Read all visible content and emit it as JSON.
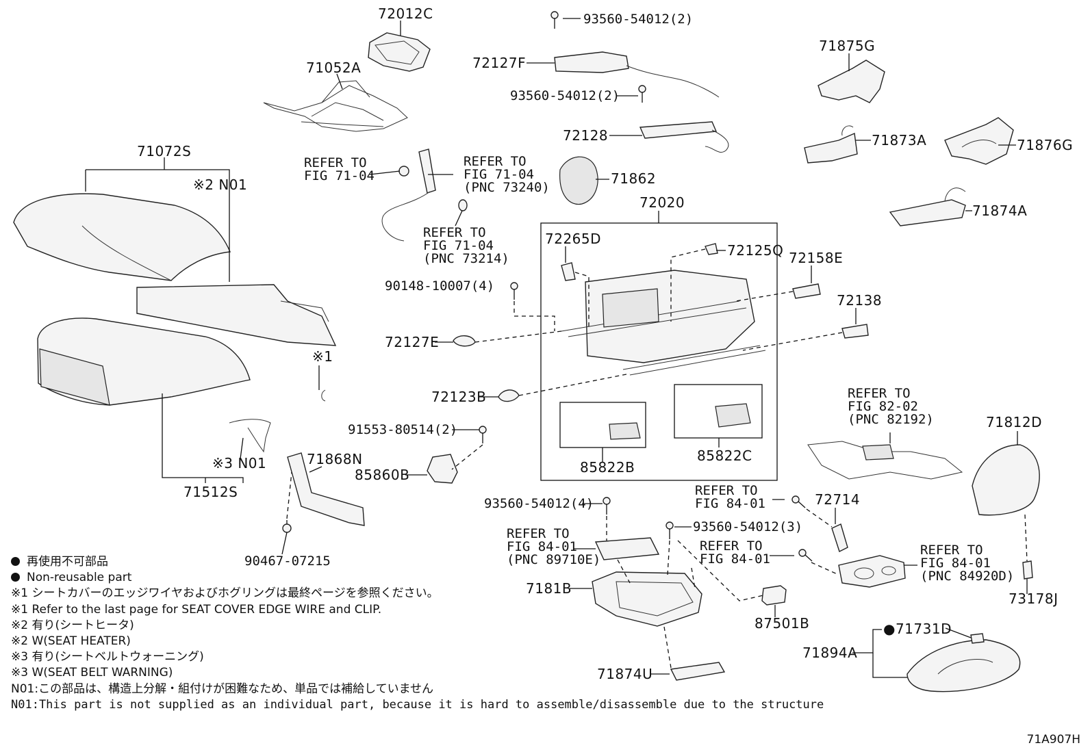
{
  "diagram": {
    "parts": {
      "p72012C": "72012C",
      "p71052A": "71052A",
      "p71072S": "71072S",
      "p72127F": "72127F",
      "p93560_54012_2a": "93560-54012(2)",
      "p93560_54012_2b": "93560-54012(2)",
      "p72128": "72128",
      "p71875G": "71875G",
      "p71873A": "71873A",
      "p71876G": "71876G",
      "p71874A": "71874A",
      "p71862": "71862",
      "p72020": "72020",
      "p72265D": "72265D",
      "p72125Q": "72125Q",
      "p72158E": "72158E",
      "p72138": "72138",
      "p90148_10007": "90148-10007(4)",
      "p72127E": "72127E",
      "p72123B": "72123B",
      "p91553_80514": "91553-80514(2)",
      "p85860B": "85860B",
      "p71868N": "71868N",
      "p85822B": "85822B",
      "p85822C": "85822C",
      "p71512S": "71512S",
      "p90467_07215": "90467-07215",
      "p93560_54012_4": "93560-54012(4)",
      "p93560_54012_3": "93560-54012(3)",
      "p7181B": "7181B",
      "p87501B": "87501B",
      "p71874U": "71874U",
      "p72714": "72714",
      "p71812D": "71812D",
      "p73178J": "73178J",
      "p71894A": "71894A",
      "p71731D": "●71731D"
    },
    "marks": {
      "m2_n01": "※2 N01",
      "m3_n01": "※3 N01",
      "m1": "※1"
    },
    "refs": {
      "ref_a": [
        "REFER TO",
        "FIG 71-04"
      ],
      "ref_b": [
        "REFER TO",
        "FIG 71-04",
        "(PNC 73240)"
      ],
      "ref_c": [
        "REFER TO",
        "FIG 71-04",
        "(PNC 73214)"
      ],
      "ref_d": [
        "REFER TO",
        "FIG 82-02",
        "(PNC 82192)"
      ],
      "ref_e": [
        "REFER TO",
        "FIG 84-01"
      ],
      "ref_f": [
        "REFER TO",
        "FIG 84-01",
        "(PNC 89710E)"
      ],
      "ref_g": [
        "REFER TO",
        "FIG 84-01"
      ],
      "ref_h": [
        "REFER TO",
        "FIG 84-01",
        "(PNC 84920D)"
      ]
    }
  },
  "notes": {
    "nonreusable_jp": "再使用不可部品",
    "nonreusable_en": "Non-reusable part",
    "note1_jp": "※1 シートカバーのエッジワイヤおよびホグリングは最終ページを参照ください。",
    "note1_en": "※1 Refer to the last page for SEAT COVER EDGE WIRE and CLIP.",
    "note2_jp": "※2 有り(シートヒータ)",
    "note2_en": "※2 W(SEAT HEATER)",
    "note3_jp": "※3 有り(シートベルトウォーニング)",
    "note3_en": "※3 W(SEAT BELT WARNING)",
    "n01_jp": "N01:この部品は、構造上分解・組付けが困難なため、単品では補給していません",
    "n01_en": "N01:This part is not supplied as an individual part, because it is hard to assemble/disassemble due to the structure"
  },
  "figure_code": "71A907H"
}
